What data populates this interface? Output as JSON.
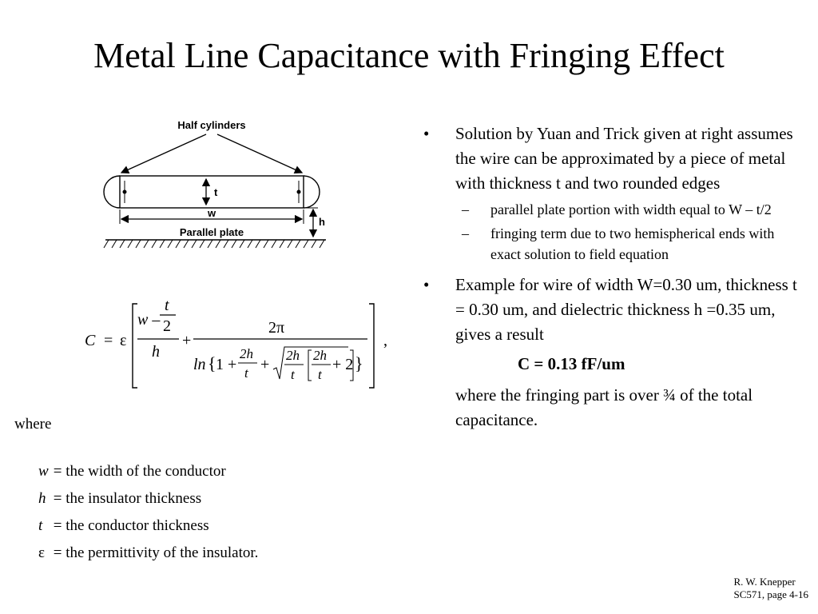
{
  "title": "Metal Line Capacitance with Fringing Effect",
  "diagram": {
    "half_cylinders": "Half cylinders",
    "t": "t",
    "w": "w",
    "h": "h",
    "parallel_plate": "Parallel plate"
  },
  "formula": {
    "C": "C",
    "eq": "=",
    "eps": "ε",
    "w_minus": "w –",
    "t": "t",
    "two": "2",
    "h": "h",
    "plus": "+",
    "two_pi": "2π",
    "ln": "ln",
    "one_plus": "1 +",
    "two_h": "2h",
    "plus2": "+",
    "two_h2": "2h",
    "two_h3": "2h",
    "plus3": "+ 2",
    "comma": ","
  },
  "where": "where",
  "definitions": [
    {
      "symbol": "w",
      "text": "= the width of the conductor"
    },
    {
      "symbol": "h",
      "text": "= the insulator thickness"
    },
    {
      "symbol": "t",
      "text": "= the conductor thickness"
    },
    {
      "symbol": "ε",
      "text": "= the permittivity of the insulator."
    }
  ],
  "bullets": {
    "b1": "Solution by Yuan and Trick given at right assumes the wire can be approximated by a piece of metal with thickness t and two rounded edges",
    "sub1": "parallel plate portion with width equal to W – t/2",
    "sub2": "fringing term due to two hemispherical ends with exact solution to field equation",
    "b2": "Example for wire of width W=0.30 um, thickness t = 0.30 um, and dielectric thickness h =0.35 um, gives a result",
    "result": "C = 0.13 fF/um",
    "after": "where the fringing part is over ¾ of the total capacitance.",
    "bullet_char": "•",
    "dash_char": "–"
  },
  "footer": {
    "line1": "R. W. Knepper",
    "line2": "SC571,  page 4-16"
  }
}
